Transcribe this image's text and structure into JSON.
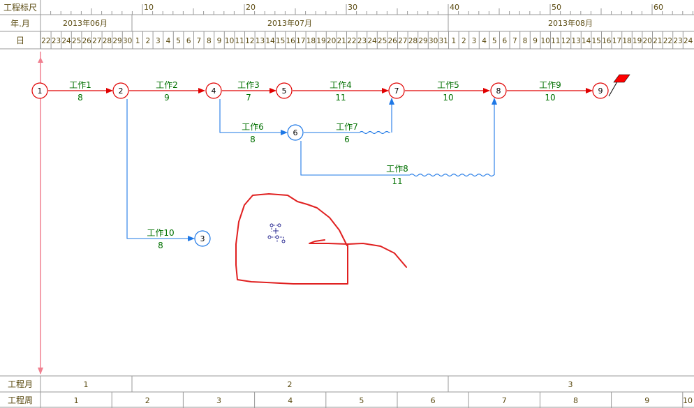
{
  "header": {
    "row_scale_label": "工程标尺",
    "row_month_label": "年.月",
    "row_day_label": "日",
    "scale_ticks": [
      "10",
      "20",
      "30",
      "40",
      "50",
      "60"
    ],
    "months": [
      "2013年06月",
      "2013年07月",
      "2013年08月"
    ],
    "days": [
      "22",
      "23",
      "24",
      "25",
      "26",
      "27",
      "28",
      "29",
      "30",
      "1",
      "2",
      "3",
      "4",
      "5",
      "6",
      "7",
      "8",
      "9",
      "10",
      "11",
      "12",
      "13",
      "14",
      "15",
      "16",
      "17",
      "18",
      "19",
      "20",
      "21",
      "22",
      "23",
      "24",
      "25",
      "26",
      "27",
      "28",
      "29",
      "30",
      "31",
      "1",
      "2",
      "3",
      "4",
      "5",
      "6",
      "7",
      "8",
      "9",
      "10",
      "11",
      "12",
      "13",
      "14",
      "15",
      "16",
      "17",
      "18",
      "19",
      "20",
      "21",
      "22",
      "23",
      "24"
    ]
  },
  "footer": {
    "row_month_label": "工程月",
    "row_week_label": "工程周",
    "months": [
      "1",
      "2",
      "3"
    ],
    "weeks": [
      "1",
      "2",
      "3",
      "4",
      "5",
      "6",
      "7",
      "8",
      "9",
      "10"
    ]
  },
  "nodes": [
    "1",
    "2",
    "4",
    "5",
    "7",
    "8",
    "9",
    "6",
    "3"
  ],
  "tasks": [
    {
      "name": "工作1",
      "duration": "8"
    },
    {
      "name": "工作2",
      "duration": "9"
    },
    {
      "name": "工作3",
      "duration": "7"
    },
    {
      "name": "工作4",
      "duration": "11"
    },
    {
      "name": "工作5",
      "duration": "10"
    },
    {
      "name": "工作9",
      "duration": "10"
    },
    {
      "name": "工作6",
      "duration": "8"
    },
    {
      "name": "工作7",
      "duration": "6"
    },
    {
      "name": "工作8",
      "duration": "11"
    },
    {
      "name": "工作10",
      "duration": "8"
    }
  ],
  "colors": {
    "critical": "#e00000",
    "normal": "#1e78e6",
    "label": "#007000",
    "grid": "#999999",
    "scale_text": "#5a4a10",
    "annotation": "#e02020"
  }
}
